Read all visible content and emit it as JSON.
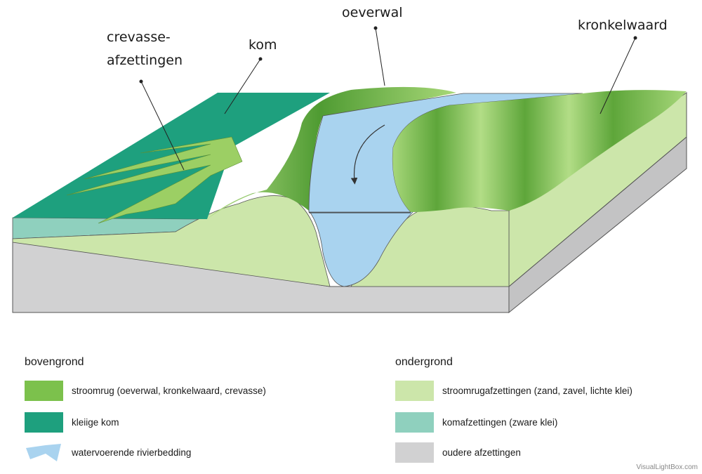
{
  "colors": {
    "stroomrug_green": "#7cc14c",
    "kom_teal": "#1ea07e",
    "water_blue": "#a9d3ef",
    "stroomrug_afz": "#cce6aa",
    "kom_afz": "#8fd0be",
    "oudere_afz": "#d1d1d2"
  },
  "labels": {
    "crevasse_line1": "crevasse-",
    "crevasse_line2": "afzettingen",
    "kom": "kom",
    "oeverwal": "oeverwal",
    "kronkelwaard": "kronkelwaard"
  },
  "legend": {
    "bovengrond": {
      "heading": "bovengrond",
      "items": [
        {
          "label": "stroomrug (oeverwal, kronkelwaard, crevasse)",
          "icon": "swatch-stroomrug"
        },
        {
          "label": "kleiige kom",
          "icon": "swatch-kleiige-kom"
        },
        {
          "label": "watervoerende rivierbedding",
          "icon": "arrow-shape-water"
        }
      ]
    },
    "ondergrond": {
      "heading": "ondergrond",
      "items": [
        {
          "label": "stroomrugafzettingen (zand, zavel, lichte klei)",
          "icon": "swatch-stroomrugafzettingen"
        },
        {
          "label": "komafzettingen (zware klei)",
          "icon": "swatch-komafzettingen"
        },
        {
          "label": "oudere afzettingen",
          "icon": "swatch-oudere-afzettingen"
        }
      ]
    }
  },
  "watermark": "VisualLightBox.com"
}
